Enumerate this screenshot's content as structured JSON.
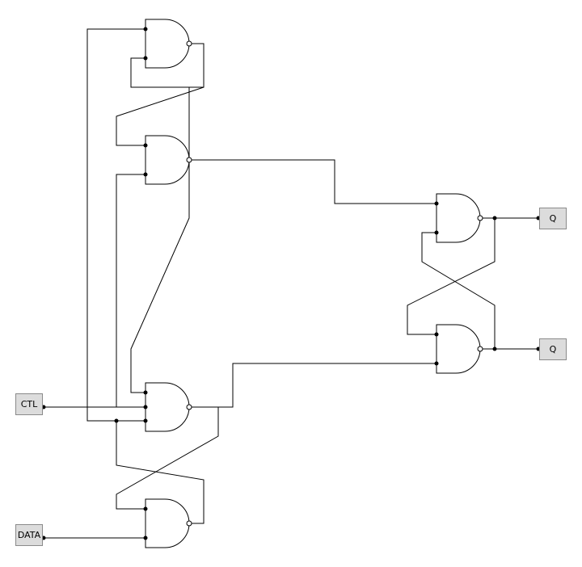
{
  "diagram": {
    "inputs": [
      {
        "label": "CTL"
      },
      {
        "label": "DATA"
      }
    ],
    "outputs": [
      {
        "label": "Q"
      },
      {
        "label": "Q"
      }
    ],
    "gate_type": "NAND"
  }
}
